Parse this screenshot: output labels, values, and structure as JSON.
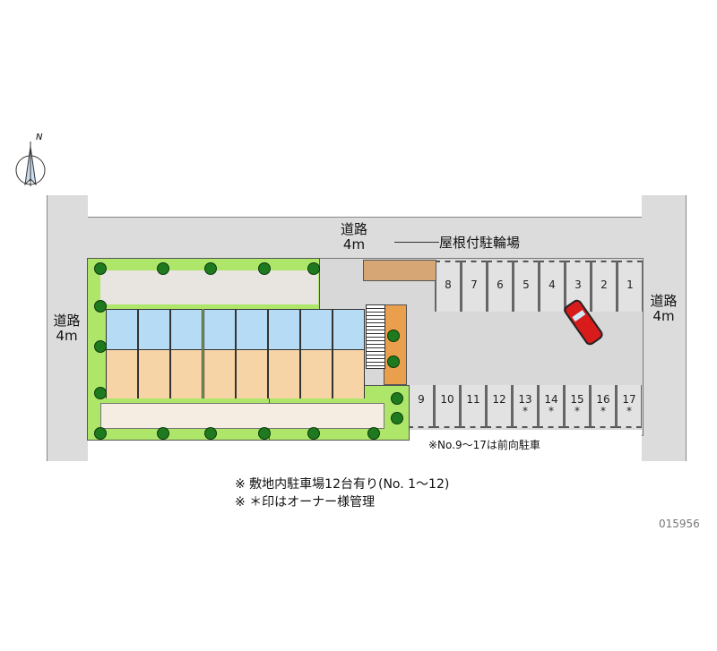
{
  "roads": {
    "top": {
      "name": "道路",
      "width": "4m"
    },
    "left": {
      "name": "道路",
      "width": "4m"
    },
    "right": {
      "name": "道路",
      "width": "4m"
    }
  },
  "bike_parking_label": "屋根付駐輪場",
  "parking": {
    "top_row": [
      "8",
      "7",
      "6",
      "5",
      "4",
      "3",
      "2",
      "1"
    ],
    "bottom_row": [
      {
        "no": "9",
        "mark": ""
      },
      {
        "no": "10",
        "mark": ""
      },
      {
        "no": "11",
        "mark": ""
      },
      {
        "no": "12",
        "mark": ""
      },
      {
        "no": "13",
        "mark": "*"
      },
      {
        "no": "14",
        "mark": "*"
      },
      {
        "no": "15",
        "mark": "*"
      },
      {
        "no": "16",
        "mark": "*"
      },
      {
        "no": "17",
        "mark": "*"
      }
    ],
    "note": "※No.9～17は前向駐車"
  },
  "notes": [
    "※ 敷地内駐車場12台有り(No. 1～12)",
    "※ ＊印はオーナー様管理"
  ],
  "property_id": "015956",
  "compass": {
    "north": "N"
  },
  "colors": {
    "road": "#dcdcdc",
    "hedge": "#aee66a",
    "unit_wet": "#b6dcf5",
    "unit_room": "#f7d4a6",
    "car": "#d81b1b"
  }
}
